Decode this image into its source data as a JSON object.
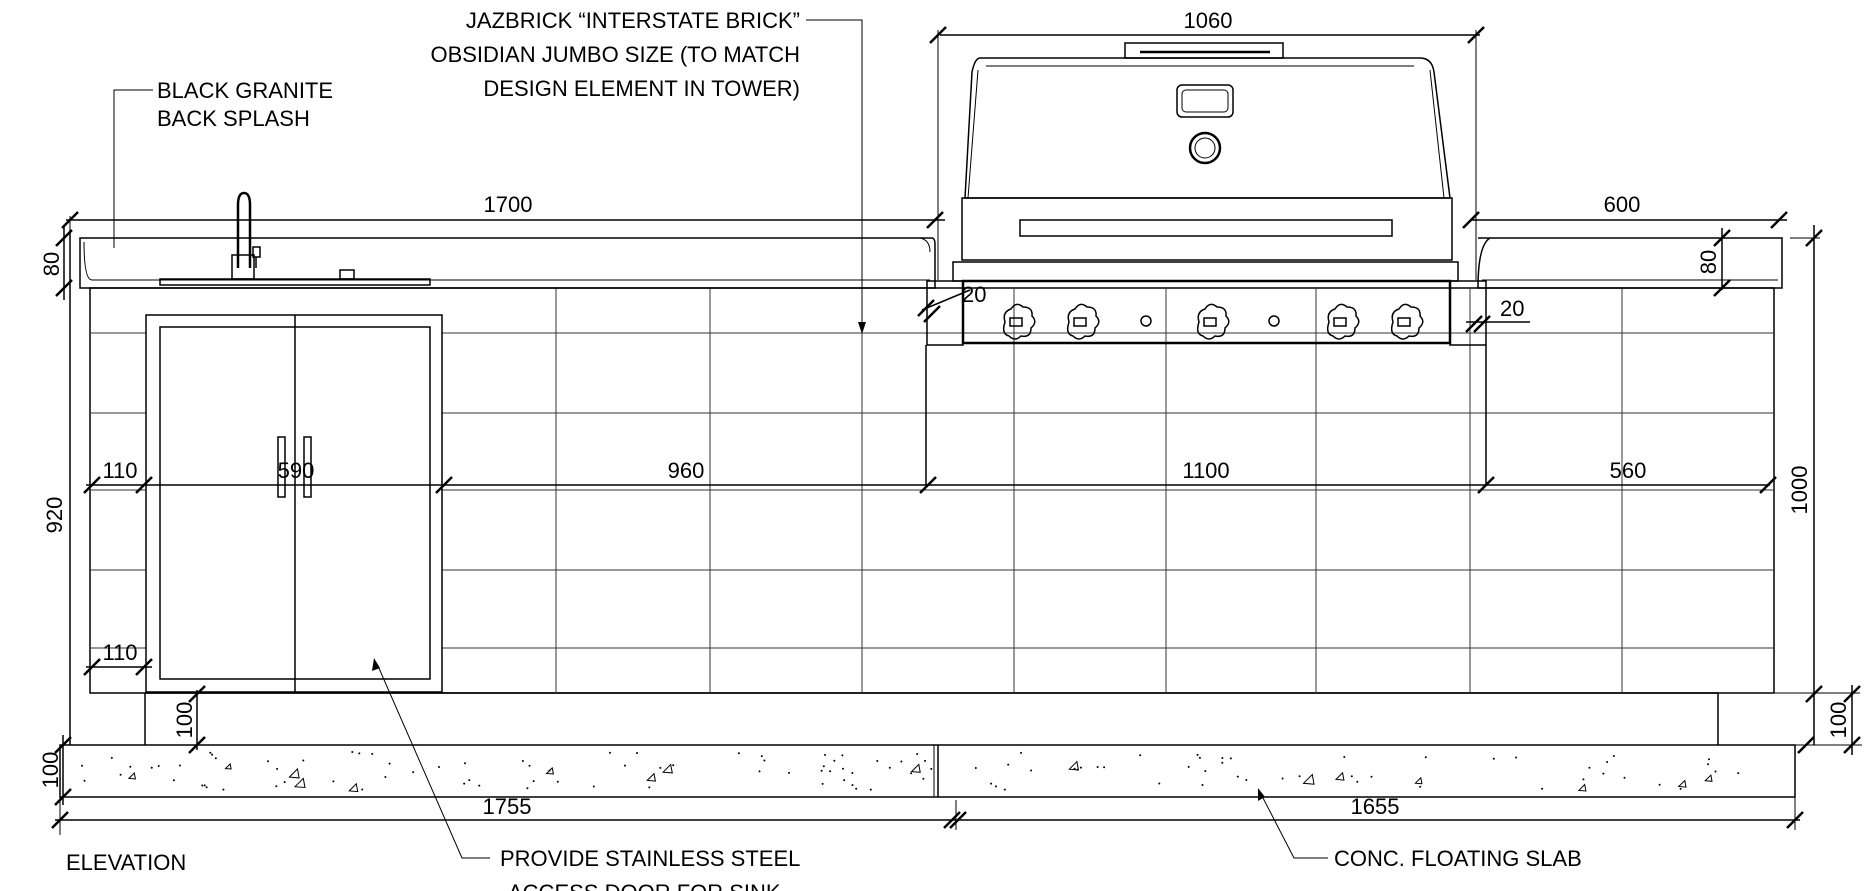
{
  "view_title": "ELEVATION",
  "notes": {
    "backsplash": [
      "BLACK GRANITE",
      "BACK SPLASH"
    ],
    "brick": [
      "JAZBRICK “INTERSTATE BRICK”",
      "OBSIDIAN JUMBO SIZE (TO MATCH",
      "DESIGN ELEMENT IN TOWER)"
    ],
    "access_door": [
      "PROVIDE STAINLESS STEEL",
      "ACCESS DOOR FOR SINK"
    ],
    "slab": "CONC. FLOATING SLAB"
  },
  "dimensions": {
    "bbq_width": "1060",
    "left_bench": "1700",
    "right_bench": "600",
    "left_top_thk": "80",
    "right_top_thk": "80",
    "bbq_gap_left": "20",
    "bbq_gap_right": "20",
    "end_panel": "110",
    "door_width": "590",
    "run_960": "960",
    "bbq_cutout": "1100",
    "run_560": "560",
    "base_panel": "110",
    "plinth": "100",
    "slab_thk": "100",
    "slab_left": "1755",
    "slab_right": "1655",
    "overall_height_left": "920",
    "overall_height_right": "1000",
    "slab_thk_right": "100"
  }
}
